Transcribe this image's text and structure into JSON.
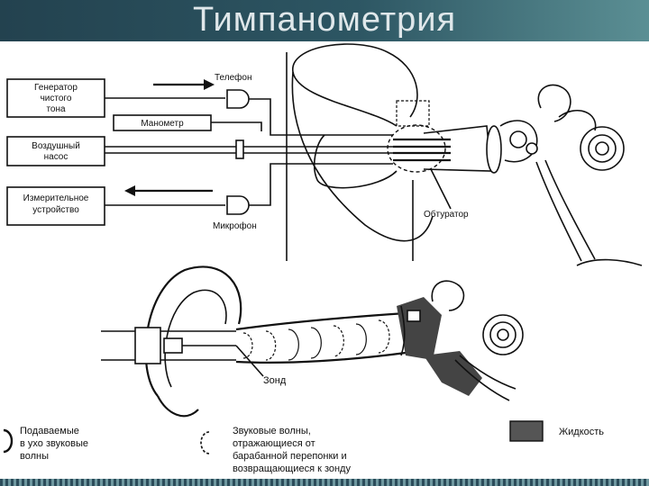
{
  "title": "Тимпанометрия",
  "top_diagram": {
    "generator": [
      "Генератор",
      "чистого",
      "тона"
    ],
    "telephone": "Телефон",
    "manometer": "Манометр",
    "air_pump": [
      "Воздушный",
      "насос"
    ],
    "meter": [
      "Измерительное",
      "устройство"
    ],
    "microphone": "Микрофон",
    "obturator": "Обтуратор"
  },
  "bottom_diagram": {
    "probe": "Зонд"
  },
  "legend": {
    "incoming": [
      "Подаваемые",
      "в ухо звуковые",
      "волны"
    ],
    "reflected": [
      "Звуковые волны,",
      "отражающиеся от",
      "барабанной перепонки и",
      "возвращающиеся к зонду"
    ],
    "fluid": "Жидкость"
  },
  "colors": {
    "header": "#2d5663",
    "ink": "#111111",
    "fluid": "#444444"
  }
}
